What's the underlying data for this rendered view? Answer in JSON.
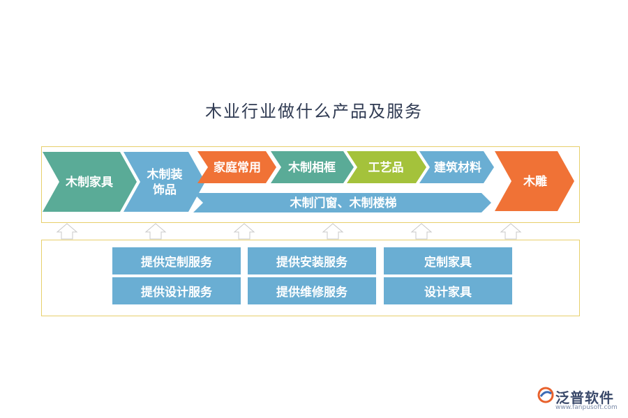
{
  "title": "木业行业做什么产品及服务",
  "products": {
    "wood_furniture": "木制家具",
    "wood_decor_line1": "木制装",
    "wood_decor_line2": "饰品",
    "household": "家庭常用",
    "wood_frame": "木制相框",
    "crafts": "工艺品",
    "building_materials": "建筑材料",
    "doors_stairs": "木制门窗、木制楼梯",
    "wood_carving": "木雕"
  },
  "services": [
    "提供定制服务",
    "提供安装服务",
    "定制家具",
    "提供设计服务",
    "提供维修服务",
    "设计家具"
  ],
  "logo": {
    "name": "泛普软件",
    "url": "www.fanpusoft.com"
  },
  "colors": {
    "teal": "#5aab97",
    "blue": "#6aaed3",
    "orange": "#f07236",
    "green": "#a4c23b",
    "border": "#e7cf6a"
  }
}
